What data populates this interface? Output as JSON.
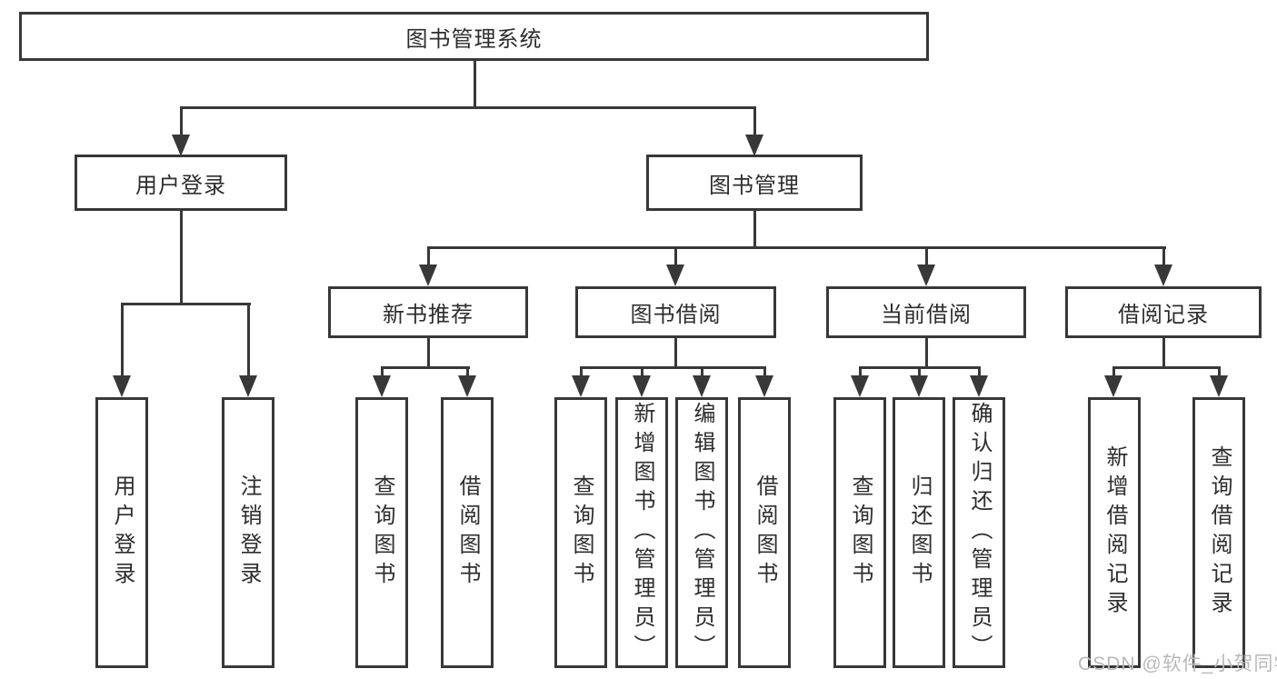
{
  "diagram": {
    "root": {
      "label": "图书管理系统"
    },
    "level2": [
      {
        "label": "用户登录"
      },
      {
        "label": "图书管理"
      }
    ],
    "level3": [
      {
        "label": "新书推荐"
      },
      {
        "label": "图书借阅"
      },
      {
        "label": "当前借阅"
      },
      {
        "label": "借阅记录"
      }
    ],
    "leaves": {
      "user": [
        {
          "label": "用户登录"
        },
        {
          "label": "注销登录"
        }
      ],
      "recommend": [
        {
          "label": "查询图书"
        },
        {
          "label": "借阅图书"
        }
      ],
      "borrow": [
        {
          "label": "查询图书"
        },
        {
          "label": "新增图书（管理员）"
        },
        {
          "label": "编辑图书（管理员）"
        },
        {
          "label": "借阅图书"
        }
      ],
      "current": [
        {
          "label": "查询图书"
        },
        {
          "label": "归还图书"
        },
        {
          "label": "确认归还（管理员）"
        }
      ],
      "records": [
        {
          "label": "新增借阅记录"
        },
        {
          "label": "查询借阅记录"
        }
      ]
    }
  },
  "watermark": {
    "text": "CSDN @软件_小贺同学"
  },
  "colors": {
    "line": "#383838",
    "text": "#2d2d2d",
    "watermark": "#b9b9b9",
    "background": "#ffffff"
  }
}
